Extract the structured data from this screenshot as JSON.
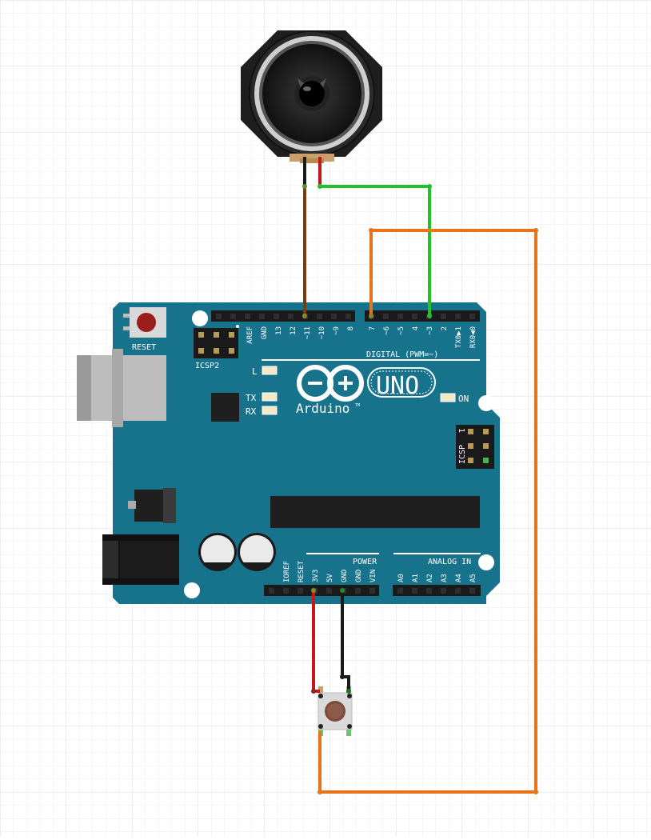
{
  "board": {
    "brand": "Arduino",
    "trademark": "TM",
    "model": "UNO",
    "reset_label": "RESET",
    "icsp2_label": "ICSP2",
    "icsp_label": "ICSP",
    "icsp_pin1": "1",
    "led_l": "L",
    "led_tx": "TX",
    "led_rx": "RX",
    "led_on": "ON",
    "digital_label": "DIGITAL (PWM=~)",
    "power_label": "POWER",
    "analog_label": "ANALOG IN",
    "digital_pins": [
      "AREF",
      "GND",
      "13",
      "12",
      "~11",
      "~10",
      "~9",
      "8",
      "7",
      "~6",
      "~5",
      "4",
      "~3",
      "2",
      "TX0▶1",
      "RX0◀0"
    ],
    "power_pins": [
      "IOREF",
      "RESET",
      "3V3",
      "5V",
      "GND",
      "GND",
      "VIN"
    ],
    "analog_pins": [
      "A0",
      "A1",
      "A2",
      "A3",
      "A4",
      "A5"
    ]
  },
  "colors": {
    "grid": "#e6e6e6",
    "board": "#17728c",
    "wire_brown": "#7a3b12",
    "wire_green": "#22c02a",
    "wire_orange": "#e8731a",
    "wire_red": "#c8161d",
    "wire_black": "#1a1a1a"
  },
  "components": [
    "speaker-icon",
    "pushbutton-icon",
    "arduino-uno-board"
  ]
}
